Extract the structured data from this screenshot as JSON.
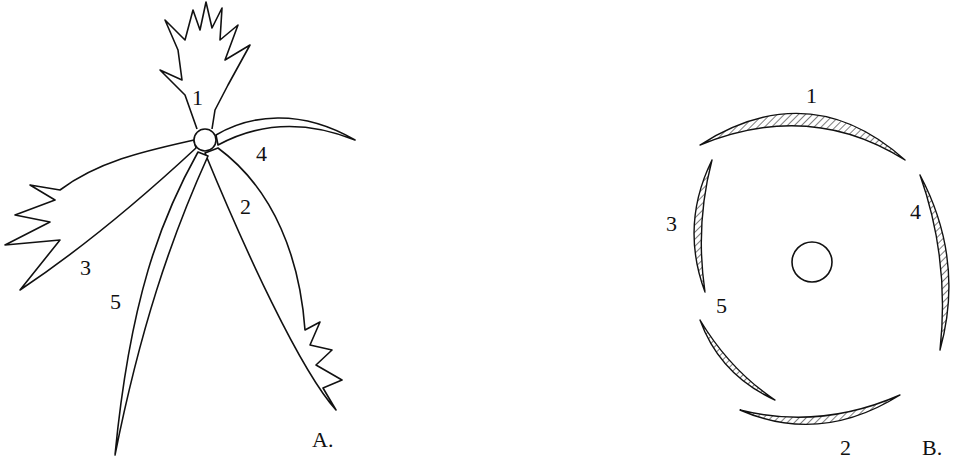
{
  "diagram": {
    "labels": [
      "1",
      "4",
      "3",
      "5",
      "2",
      "A.",
      "1",
      "3",
      "4",
      "5",
      "2",
      "B."
    ]
  }
}
